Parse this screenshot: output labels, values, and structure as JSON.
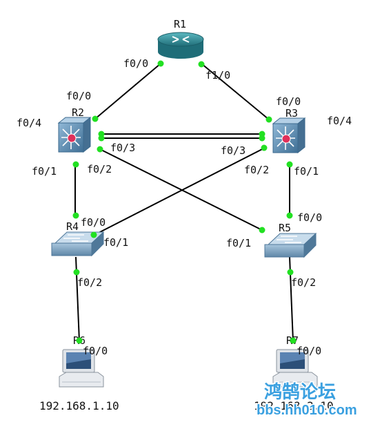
{
  "devices": {
    "r1": {
      "name": "R1",
      "kind": "router"
    },
    "r2": {
      "name": "R2",
      "kind": "multilayer-switch"
    },
    "r3": {
      "name": "R3",
      "kind": "multilayer-switch"
    },
    "r4": {
      "name": "R4",
      "kind": "switch"
    },
    "r5": {
      "name": "R5",
      "kind": "switch"
    },
    "r6": {
      "name": "R6",
      "kind": "pc",
      "ip": "192.168.1.10"
    },
    "r7": {
      "name": "R7",
      "kind": "pc",
      "ip": "192.168.2.10"
    }
  },
  "ports": {
    "r1_f00": "f0/0",
    "r1_f10": "f1/0",
    "r2_f00": "f0/0",
    "r2_f04": "f0/4",
    "r2_f03": "f0/3",
    "r2_f01": "f0/1",
    "r2_f02": "f0/2",
    "r3_f00": "f0/0",
    "r3_f04": "f0/4",
    "r3_f03": "f0/3",
    "r3_f02": "f0/2",
    "r3_f01": "f0/1",
    "r4_f00": "f0/0",
    "r4_f01": "f0/1",
    "r4_f02": "f0/2",
    "r5_f00": "f0/0",
    "r5_f01": "f0/1",
    "r5_f02": "f0/2",
    "r6_f00": "f0/0",
    "r7_f00": "f0/0"
  },
  "watermark": {
    "title": "鸿鹄论坛",
    "url": "bbs.hh010.com"
  },
  "colors": {
    "link": "#000000",
    "port_dot": "#22e022",
    "router_body": "#2f8c96",
    "switch_body": "#5f8fb4",
    "watermark": "#3aa0e0"
  }
}
